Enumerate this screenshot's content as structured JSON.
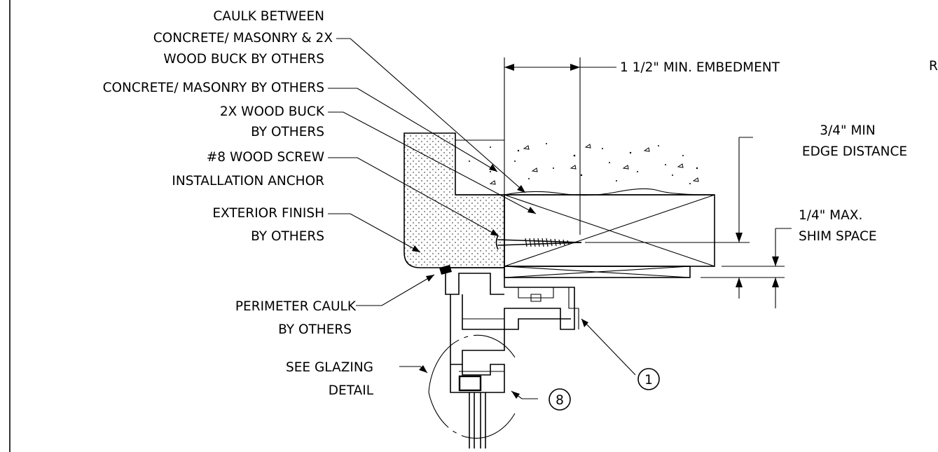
{
  "labels": {
    "caulk_between_1": "CAULK BETWEEN",
    "caulk_between_2": "CONCRETE/ MASONRY & 2X",
    "caulk_between_3": "WOOD BUCK BY OTHERS",
    "concrete": "CONCRETE/ MASONRY BY OTHERS",
    "wood_buck_1": "2X WOOD BUCK",
    "wood_buck_2": "BY OTHERS",
    "screw_1": "#8 WOOD SCREW",
    "screw_2": "INSTALLATION ANCHOR",
    "finish_1": "EXTERIOR FINISH",
    "finish_2": "BY OTHERS",
    "perimeter_1": "PERIMETER CAULK",
    "perimeter_2": "BY OTHERS",
    "glazing_1": "SEE GLAZING",
    "glazing_2": "DETAIL",
    "embedment": "1 1/2\" MIN. EMBEDMENT",
    "edge_1": "3/4\" MIN",
    "edge_2": "EDGE DISTANCE",
    "shim_1": "1/4\" MAX.",
    "shim_2": "SHIM SPACE",
    "edge_cut": "R",
    "callout_1": "1",
    "callout_8": "8"
  }
}
